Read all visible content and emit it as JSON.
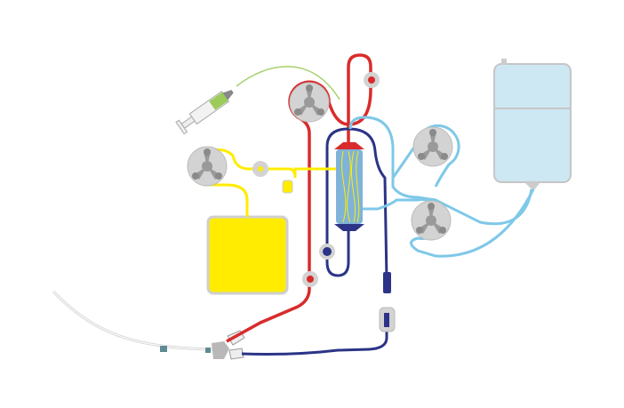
{
  "diagram": {
    "colors": {
      "arterial_line": "#d92b2b",
      "venous_line": "#2b3486",
      "dialysate_line": "#7ec8e8",
      "replacement_fluid": "#ffec00",
      "syringe_fluid": "#9ccb5a",
      "pump_body": "#d3d3d3",
      "pump_rotor": "#9a9a9a",
      "filter": "#7fb3d9",
      "dialysate_bag": "#cde7f3",
      "catheter": "#e8e8e8"
    },
    "components": [
      "syringe",
      "blood-pump",
      "replacement-pump",
      "replacement-bag",
      "hemofilter",
      "dialysate-pump",
      "effluent-pump",
      "dialysate-bag",
      "catheter",
      "drip-chamber",
      "pressure-pods"
    ]
  }
}
